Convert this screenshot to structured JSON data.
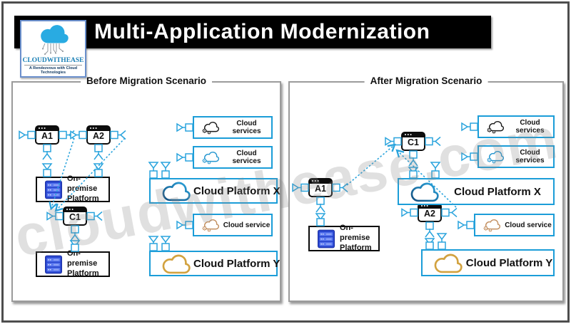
{
  "header": {
    "title": "Multi-Application Modernization"
  },
  "logo": {
    "name": "CLOUDWITHEASE",
    "tagline": "A Rendezvous with Cloud Technologies"
  },
  "watermark": "cloudwithease.com",
  "before": {
    "title": "Before Migration Scenario",
    "app_a1": "A1",
    "app_a2": "A2",
    "app_c1": "C1",
    "onprem1": "On-premise Platform",
    "onprem2": "On-premise Platform",
    "svc1": "Cloud services",
    "svc2": "Cloud services",
    "svc3": "Cloud service",
    "platform_x": "Cloud Platform X",
    "platform_y": "Cloud Platform Y"
  },
  "after": {
    "title": "After Migration Scenario",
    "app_a1": "A1",
    "app_a2": "A2",
    "app_c1": "C1",
    "onprem1": "On-premise Platform",
    "svc1": "Cloud services",
    "svc2": "Cloud services",
    "svc3": "Cloud service",
    "platform_x": "Cloud Platform X",
    "platform_y": "Cloud Platform Y"
  },
  "icons": {
    "app_node": "app-window-icon",
    "server": "server-rack-icon",
    "cloud_services_black": "cloud-gears-icon",
    "cloud_services_blue": "cloud-gears-icon",
    "cloud_service_tan": "cloud-gears-icon",
    "cloud_platform_x": "cloud-icon",
    "cloud_platform_y": "cloud-icon",
    "connector_plug": "plug-triangle-icon",
    "connector_socket": "socket-fork-icon"
  },
  "colors": {
    "accent_blue": "#1b9dd8",
    "connector_blue": "#2aa4dd",
    "cloud_x_dark": "#134e7e",
    "cloud_x_light": "#2ba6df",
    "cloud_y_gold": "#d2a23f",
    "cloud_tan": "#c28e5e",
    "server_blue": "#2946cf",
    "titlebar": "#000000"
  }
}
